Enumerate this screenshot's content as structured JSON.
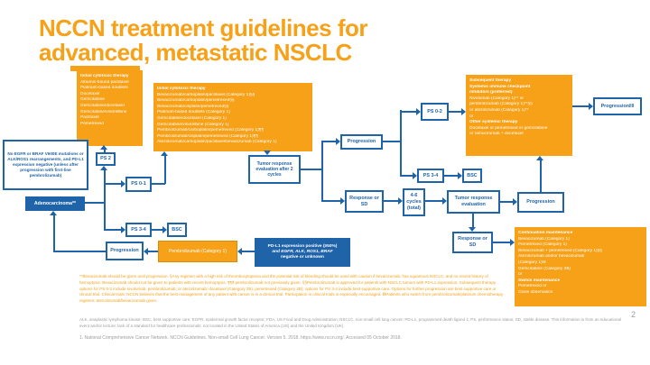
{
  "colors": {
    "orange": "#F6A118",
    "blue": "#1F63A8",
    "gray": "#9C9C9C",
    "white": "#FFFFFF"
  },
  "title": {
    "line1": "NCCN treatment guidelines for",
    "line2": "advanced, metastatic NSCLC"
  },
  "note_box": {
    "text": "No EGFR or BRAF V600E mutations or ALK/ROS1 rearrangements, and PD-L1 expression negative (unless after progression with first-line pembrolizumab)"
  },
  "nodes": {
    "adenocarcinoma": "Adenocarcinoma**",
    "ps2": "PS 2",
    "ps01": "PS 0-1",
    "ps34_left": "PS 3-4",
    "bsc_left": "BSC",
    "progression_bottom": "Progression",
    "pembrolizumab": "Pembrolizumab (Category 1)",
    "tumor_response_2cycles": "Tumor response evaluation after 2 cycles",
    "progression_mid": "Progression",
    "ps02": "PS 0-2",
    "ps34_right": "PS 3-4",
    "bsc_right": "BSC",
    "progression_far": "Progression‖‖",
    "response_sd_1": "Response or SD",
    "cycles_46": "4-6 cycles (total)",
    "tumor_response_eval": "Tumor response evaluation",
    "progression_right": "Progression",
    "response_sd_2": "Response or SD"
  },
  "pdl1_box": {
    "lines": [
      {
        "t": "PD-L1 expression positive (≥50%)"
      },
      {
        "t": "and EGFR, ALK, ROS1, BRAF",
        "i": true
      },
      {
        "t": "negative or unknown"
      }
    ]
  },
  "initial_cytotoxic_ps2": {
    "lines": [
      {
        "t": "Initial cytotoxic therapy",
        "b": true
      },
      {
        "t": "Albumin-bound paclitaxel"
      },
      {
        "t": "Platinum-based doublets"
      },
      {
        "t": "Docetaxel"
      },
      {
        "t": "Gemcitabine"
      },
      {
        "t": "Gemcitabine/docetaxel"
      },
      {
        "t": "Gemcitabine/vinorelbine"
      },
      {
        "t": "Paclitaxel"
      },
      {
        "t": "Pemetrexed"
      }
    ]
  },
  "initial_cytotoxic_ps01": {
    "lines": [
      {
        "t": "Initial cytotoxic therapy",
        "b": true
      },
      {
        "t": "Bevacizumab/carboplatin/paclitaxel (Category 1)§§"
      },
      {
        "t": "Bevacizumab/carboplatin/pemetrexed§§"
      },
      {
        "t": "Bevacizumab/cisplatin/pemetrexed§§"
      },
      {
        "t": "Platinum-based doublets (Category 1)"
      },
      {
        "t": "Gemcitabine/docetaxel (Category 1)"
      },
      {
        "t": "Gemcitabine/vinorelbine (Category 1)"
      },
      {
        "t": "Pembrolizumab/carboplatin/pemetrexed (Category 1)¶¶"
      },
      {
        "t": "Pembrolizumab/cisplatin/pemetrexed (Category 1)¶¶"
      },
      {
        "t": "Atezolizumab/carboplatin/paclitaxel/bevacizumab (Category 1)"
      }
    ]
  },
  "subsequent_therapy": {
    "lines": [
      {
        "t": "Subsequent therapy",
        "b": true
      },
      {
        "t": "Systemic immune checkpoint",
        "b": true
      },
      {
        "t": "inhibitors (preferred)",
        "b": true
      },
      {
        "t": "Nivolumab (Category 1)** or"
      },
      {
        "t": "pembrolizumab (Category 1)**§§"
      },
      {
        "t": "or atezolizumab (Category 1)**"
      },
      {
        "t": "or"
      },
      {
        "t": "Other systemic therapy",
        "b": true
      },
      {
        "t": "Docetaxel or pemetrexed or gemcitabine"
      },
      {
        "t": "or ramucirumab + docetaxel"
      }
    ]
  },
  "maintenance": {
    "lines": [
      {
        "t": "Continuation maintenance",
        "b": true
      },
      {
        "t": "Bevacizumab (Category 1)"
      },
      {
        "t": "Pemetrexed (Category 1)"
      },
      {
        "t": "Bevacizumab + pemetrexed (Category 1)§§"
      },
      {
        "t": "Atezolizumab and/or bevacizumab"
      },
      {
        "t": "(Category 1)‖‖"
      },
      {
        "t": "Gemcitabine (Category 2B)"
      },
      {
        "t": "or"
      },
      {
        "t": "Switch maintenance",
        "b": true
      },
      {
        "t": "Pemetrexed or"
      },
      {
        "t": "Close observation"
      }
    ]
  },
  "footnotes": {
    "orange": "**Bevacizumab should be given until progression. §Any regimen with a high risk of thrombocytopenia and the potential risk of bleeding should be used with caution if bevacizumab, has squamous NSCLC, and no recent history of hemoptysis. Bevacizumab should not be given to patients with recent hemoptysis. ¶¶If pembrolizumab not previously given. §§Pembrolizumab is approved for patients with NSCLC tumors with PD-L1 expression. Subsequent therapy options for PS 0-2 include nivolumab, pembrolizumab, or atezolizumab; docetaxel (Category 2B), pemetrexed (Category 2B); options for PS 3-4 include best supportive care. Options for further progression are best supportive care or clinical trial. Clinical trials: NCCN believes that the best management of any patient with cancer is in a clinical trial. Participation in clinical trials is especially encouraged. ‖‖Patients who switch from pembrolizumab/platinum chemotherapy regimen; atezolizumab/bevacizumab given.",
    "gray": "ALK, anaplastic lymphoma kinase; BSC, best supportive care; EGFR, epidermal growth factor receptor; FDA, US Food and Drug Administration; NSCLC, non-small cell lung cancer; PD-L1, programmed death ligand 1; PS, performance status; SD, stable disease. This information is from an educational event and/or lecture; lack of a standard for healthcare professionals; not located in the United States of America (US) and the United Kingdom (UK)."
  },
  "reference": "1. National Comprehensive Cancer Network. NCCN Guidelines. Non-small Cell Lung Cancer. Version 5. 2018. https://www.nccn.org/. Accessed 05 October 2018.",
  "page_number": "2"
}
